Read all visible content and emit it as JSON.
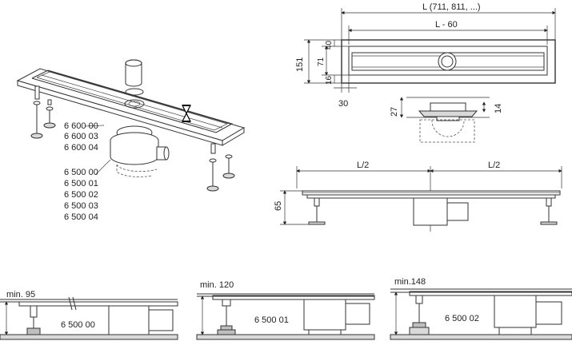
{
  "top_right": {
    "dim_total_length": "L (711, 811, ...)",
    "dim_inner_length": "L - 60",
    "dim_height_151": "151",
    "dim_40": "40",
    "dim_71": "71",
    "dim_16": "16",
    "dim_30": "30",
    "dim_27": "27",
    "dim_14": "14"
  },
  "side_view": {
    "dim_half_left": "L/2",
    "dim_half_right": "L/2",
    "dim_height_65": "65"
  },
  "parts": {
    "channel_codes": [
      "6 600 00",
      "6 600 03",
      "6 600 04"
    ],
    "trap_codes": [
      "6 500 00",
      "6 500 01",
      "6 500 02",
      "6 500 03",
      "6 500 04"
    ]
  },
  "variants": [
    {
      "min_label": "min. 95",
      "code": "6 500 00"
    },
    {
      "min_label": "min. 120",
      "code": "6 500 01"
    },
    {
      "min_label": "min.148",
      "code": "6 500 02"
    }
  ]
}
